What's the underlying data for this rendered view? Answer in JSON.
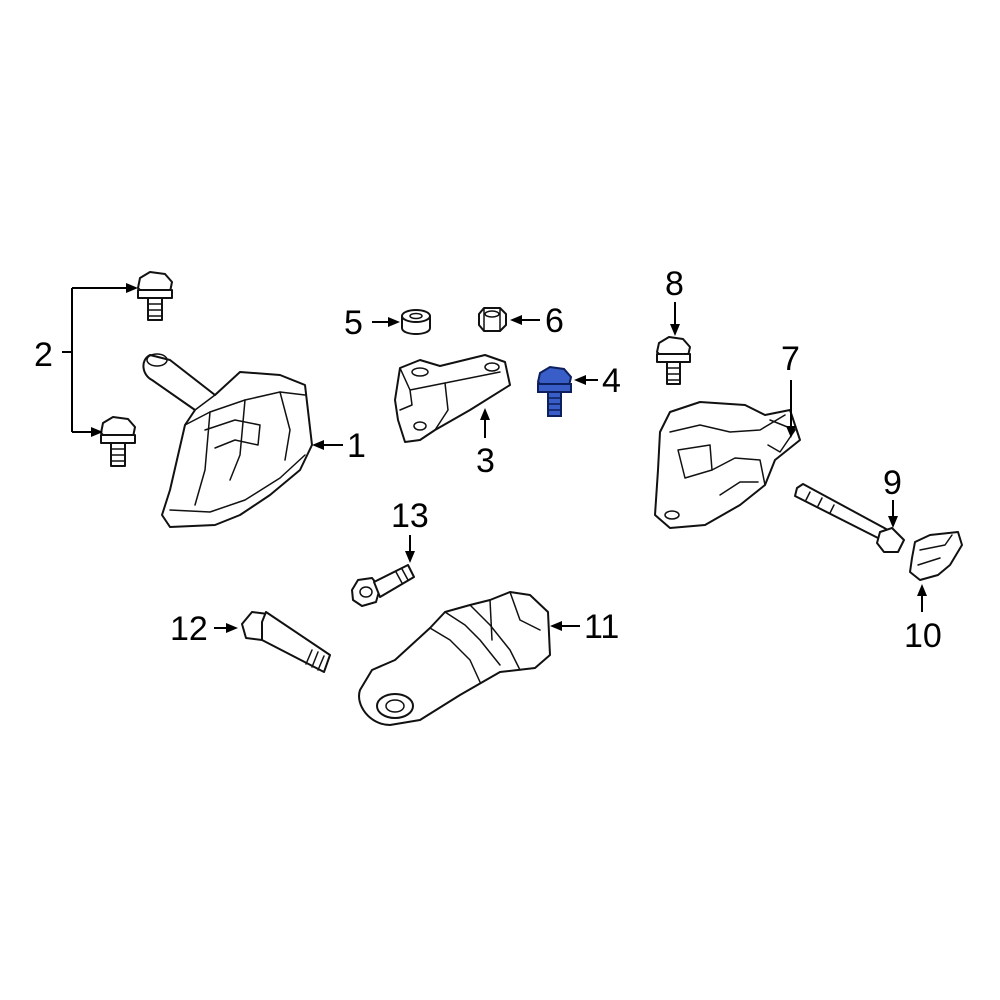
{
  "callouts": {
    "c1": "1",
    "c2": "2",
    "c3": "3",
    "c4": "4",
    "c5": "5",
    "c6": "6",
    "c7": "7",
    "c8": "8",
    "c9": "9",
    "c10": "10",
    "c11": "11",
    "c12": "12",
    "c13": "13"
  },
  "highlight": {
    "part": "4",
    "color": "#3a5ec8"
  }
}
